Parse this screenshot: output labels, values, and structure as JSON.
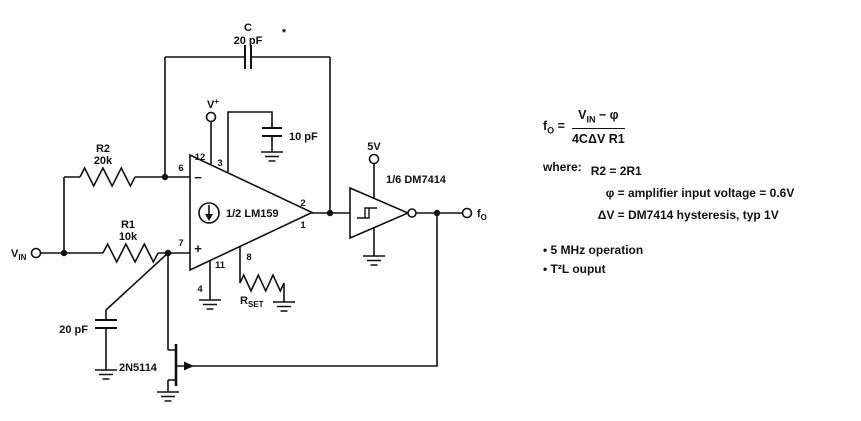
{
  "figure": {
    "schematic": {
      "cap_c_name": "C",
      "cap_c_value": "20 pF",
      "cap_c_star": "*",
      "vplus_base": "V",
      "vplus_sup": "+",
      "cap10_value": "10 pF",
      "r2_name": "R2",
      "r2_value": "20k",
      "r1_name": "R1",
      "r1_value": "10k",
      "vin_base": "V",
      "vin_sub": "IN",
      "amp_label": "1/2 LM159",
      "amp_minus": "−",
      "amp_plus": "+",
      "pin_6": "6",
      "pin_7": "7",
      "pin_12": "12",
      "pin_3": "3",
      "pin_2": "2",
      "pin_1": "1",
      "pin_11": "11",
      "pin_4": "4",
      "pin_8": "8",
      "rset_base": "R",
      "rset_sub": "SET",
      "supply_5v": "5V",
      "inverter_label": "1/6 DM7414",
      "fo_base": "f",
      "fo_sub": "O",
      "cap20_value": "20 pF",
      "jfet_label": "2N5114"
    },
    "notes": {
      "fo_base": "f",
      "fo_sub": "O",
      "equals": "=",
      "num_base": "V",
      "num_sub": "IN",
      "num_rest": " − φ",
      "den": "4CΔV R1",
      "where_label": "where:",
      "where_lines": [
        "R2 = 2R1",
        "φ = amplifier input voltage = 0.6V",
        "ΔV = DM7414 hysteresis, typ 1V"
      ],
      "bullets": [
        "5 MHz operation",
        "T²L ouput"
      ]
    }
  }
}
